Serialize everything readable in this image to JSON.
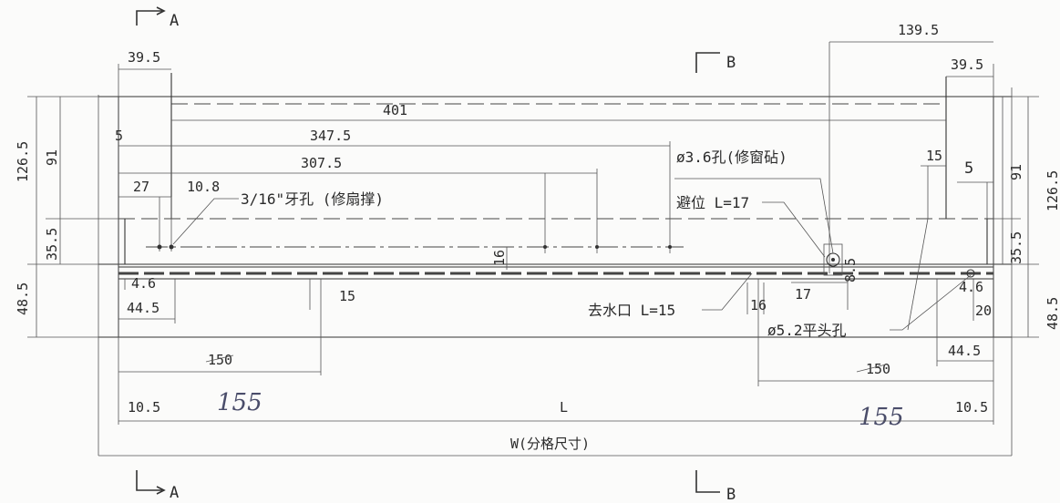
{
  "sections": {
    "a_top": "A",
    "a_bottom": "A",
    "b_top": "B",
    "b_bottom": "B"
  },
  "dims": {
    "d39_5_left": "39.5",
    "d139_5": "139.5",
    "d39_5_right": "39.5",
    "d401": "401",
    "d347_5": "347.5",
    "d307_5": "307.5",
    "d27": "27",
    "d10_8": "10.8",
    "d5_left": "5",
    "d5_right": "5",
    "d15_top": "15",
    "d91_left": "91",
    "d91_right": "91",
    "d126_5_left": "126.5",
    "d126_5_right": "126.5",
    "d35_5_left": "35.5",
    "d35_5_right": "35.5",
    "d48_5_left": "48.5",
    "d48_5_right": "48.5",
    "d16_mid": "16",
    "d8_5": "8.5",
    "d4_6_left": "4.6",
    "d4_6_right": "4.6",
    "d44_5_left": "44.5",
    "d44_5_right": "44.5",
    "d15_left": "15",
    "d16_lower": "16",
    "d17": "17",
    "d20": "20",
    "d150_left": "150",
    "d150_right": "150",
    "d10_5_left": "10.5",
    "d10_5_right": "10.5",
    "dL": "L",
    "dW": "W(分格尺寸)"
  },
  "notes": {
    "thread_hole": "3/16\"牙孔 (修扇撑)",
    "hole_3_6": "ø3.6孔(修窗砧)",
    "clearance": "避位 L=17",
    "drain": "去水口 L=15",
    "flat_head": "ø5.2平头孔"
  },
  "handwritten": {
    "left": "155",
    "right": "155"
  }
}
